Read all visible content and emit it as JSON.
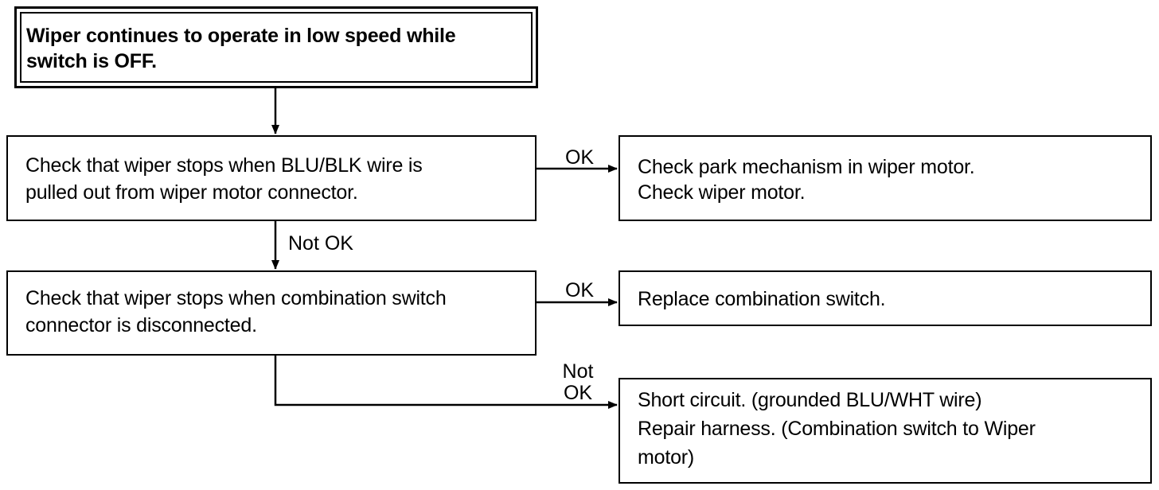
{
  "flowchart": {
    "start": {
      "line1": "Wiper continues to operate in low speed while",
      "line2": "switch is OFF."
    },
    "step1": {
      "line1": "Check that wiper stops when BLU/BLK wire is",
      "line2": "pulled out from wiper motor connector."
    },
    "result1": {
      "line1": "Check park mechanism in wiper motor.",
      "line2": "Check wiper motor."
    },
    "step2": {
      "line1": "Check that wiper stops when combination switch",
      "line2": "connector is disconnected."
    },
    "result2": {
      "line1": "Replace combination switch."
    },
    "result3": {
      "line1": "Short circuit. (grounded BLU/WHT wire)",
      "line2": "Repair harness. (Combination switch to Wiper",
      "line3": "motor)"
    },
    "labels": {
      "ok_1": "OK",
      "not_ok_1": "Not OK",
      "ok_2": "OK",
      "not_ok_2_line1": "Not",
      "not_ok_2_line2": "OK"
    }
  }
}
